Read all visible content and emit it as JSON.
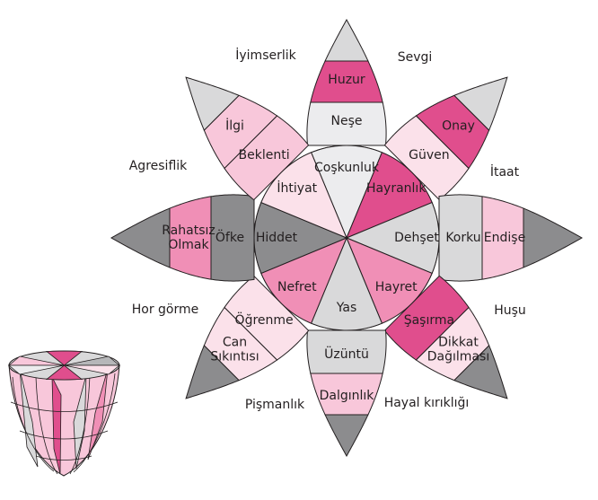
{
  "colors": {
    "dark_grey": "#8c8c8e",
    "light_grey": "#d9d9da",
    "very_light_grey": "#ececee",
    "mid_grey": "#b6b7b9",
    "hot_pink": "#e04e8d",
    "mid_pink": "#f08fb6",
    "pale_pink": "#f8c7da",
    "very_pale_pink": "#fbe1ea",
    "outline": "#231f20"
  },
  "petals": [
    {
      "id": "up",
      "labels": [
        "Coşkunluk",
        "Neşe",
        "Huzur"
      ]
    },
    {
      "id": "up-right",
      "labels": [
        "Hayranlık",
        "Güven",
        "Onay"
      ]
    },
    {
      "id": "right",
      "labels": [
        "Dehşet",
        "Korku",
        "Endişe"
      ]
    },
    {
      "id": "down-right",
      "labels": [
        "Hayret",
        "Şaşırma",
        "Dikkat Dağılması"
      ]
    },
    {
      "id": "down",
      "labels": [
        "Yas",
        "Üzüntü",
        "Dalgınlık"
      ]
    },
    {
      "id": "down-left",
      "labels": [
        "Nefret",
        "Öğrenme",
        "Can Sıkıntısı"
      ]
    },
    {
      "id": "left",
      "labels": [
        "Hiddet",
        "Öfke",
        "Rahatsız Olmak"
      ]
    },
    {
      "id": "up-left",
      "labels": [
        "İhtiyat",
        "Beklenti",
        "İlgi"
      ]
    }
  ],
  "combinations": [
    "Sevgi",
    "İtaat",
    "Huşu",
    "Hayal kırıklığı",
    "Pişmanlık",
    "Hor görme",
    "Agresiflik",
    "İyimserlik"
  ]
}
